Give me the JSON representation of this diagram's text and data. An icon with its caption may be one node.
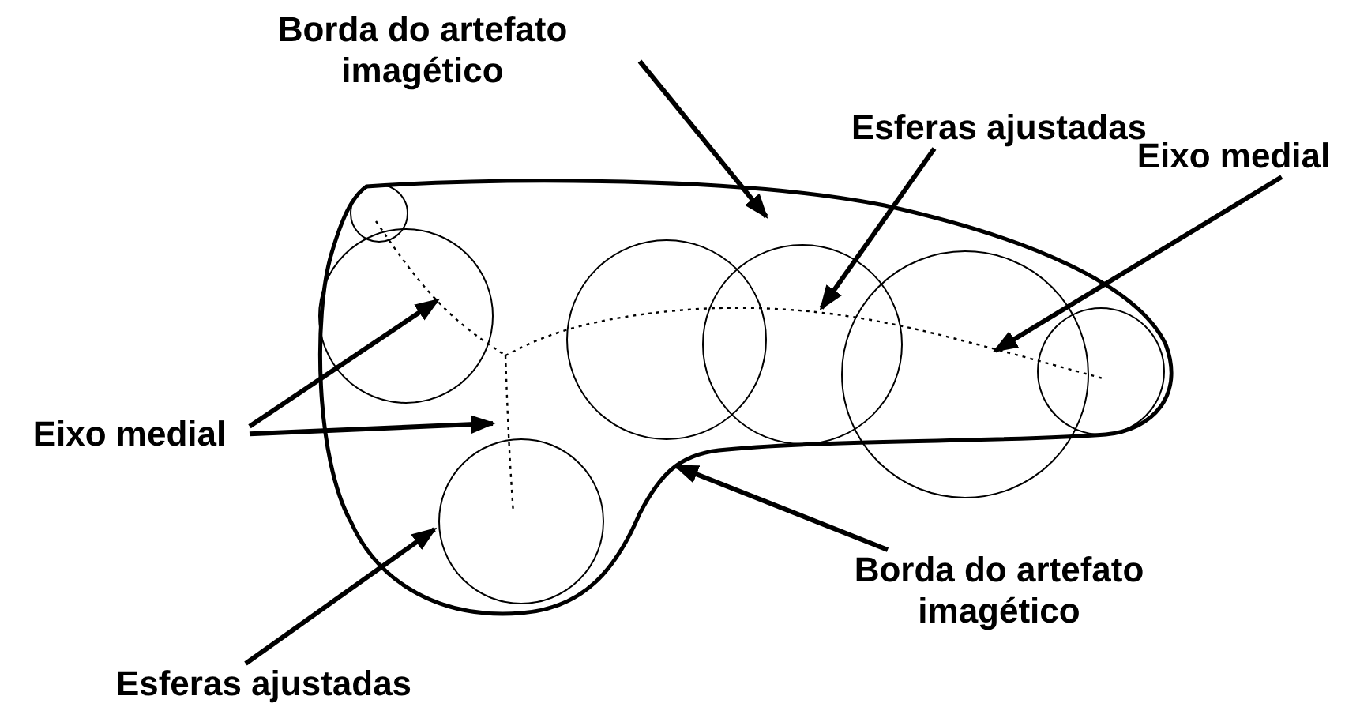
{
  "diagram": {
    "nodes": [
      {
        "text": [
          "Borda do artefato imagético"
        ]
      },
      {
        "text": [
          "Esferas ajustadas"
        ]
      },
      {
        "text": [
          "Eixo medial"
        ]
      },
      {
        "text": [
          "Eixo medial"
        ]
      },
      {
        "text": [
          "Borda do artefato imagético"
        ]
      },
      {
        "text": [
          "Esferas ajustadas"
        ]
      }
    ],
    "edges": [
      {
        "from": 0,
        "to": null,
        "arrow": "to"
      },
      {
        "from": 1,
        "to": null,
        "arrow": "to"
      },
      {
        "from": 2,
        "to": null,
        "arrow": "to"
      },
      {
        "from": 3,
        "to": null,
        "arrow": "to"
      },
      {
        "from": 3,
        "to": null,
        "arrow": "to"
      },
      {
        "from": 4,
        "to": null,
        "arrow": "to"
      },
      {
        "from": 5,
        "to": null,
        "arrow": "to"
      }
    ]
  }
}
